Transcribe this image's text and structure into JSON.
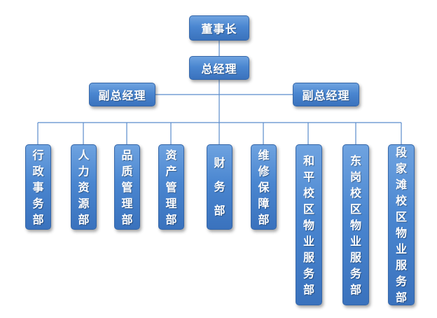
{
  "org_chart": {
    "chairman": "董事长",
    "general_manager": "总经理",
    "deputy_general_managers": [
      "副总经理",
      "副总经理"
    ],
    "departments": [
      "行政事务部",
      "人力资源部",
      "品质管理部",
      "资产管理部",
      "财务部",
      "维修保障部",
      "和平校区物业服务部",
      "东岗校区物业服务部",
      "段家滩校区物业服务部"
    ]
  },
  "colors": {
    "node_fill": "#4a86d0",
    "node_border": "#3566a8",
    "connector_line": "#5b8ccc",
    "text": "#ffffff"
  }
}
